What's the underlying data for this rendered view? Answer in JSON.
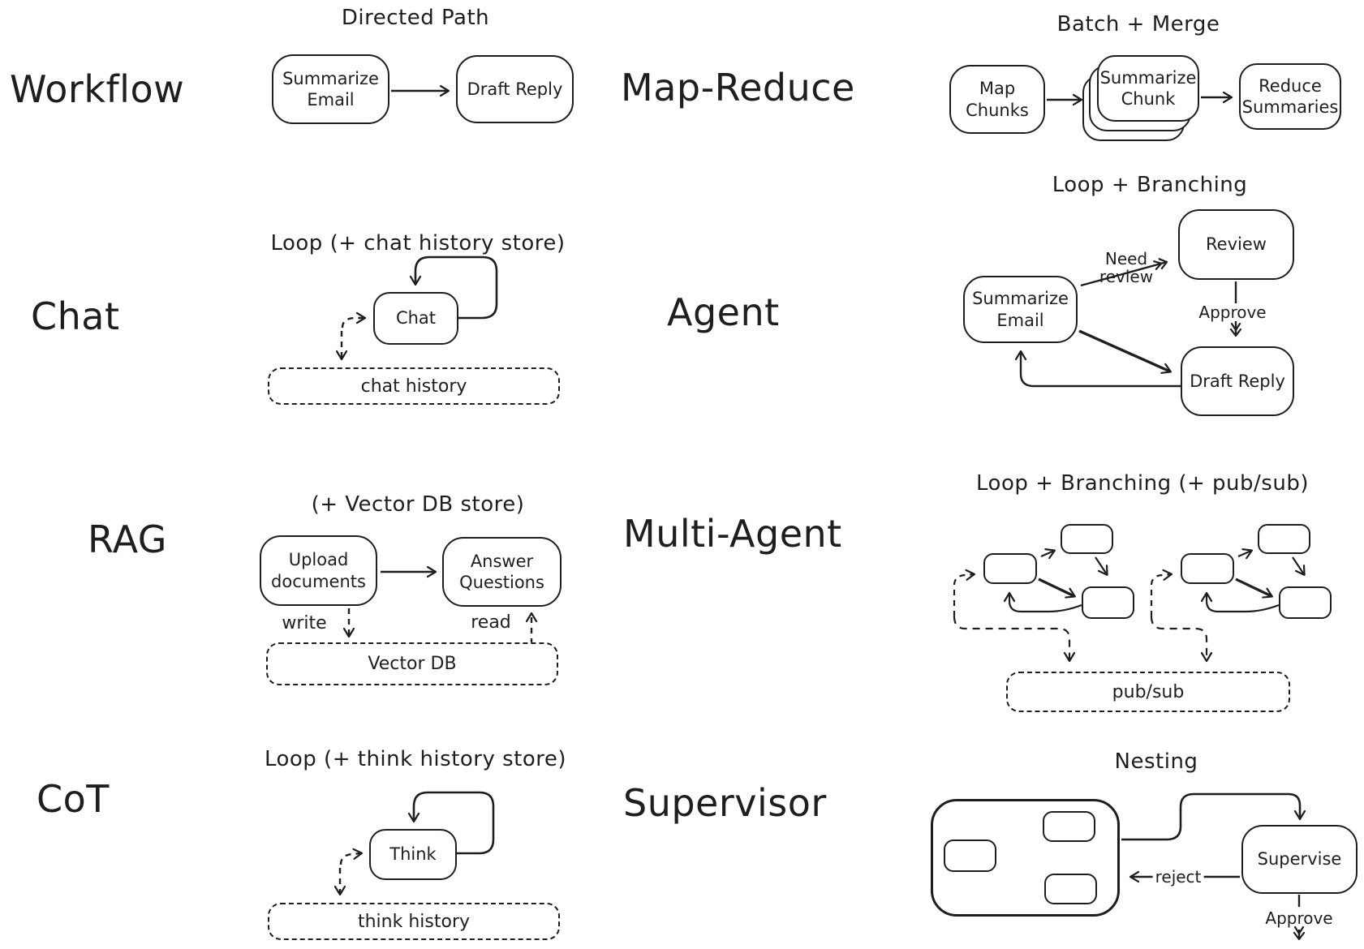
{
  "ink": "#1e1e1e",
  "background": "#ffffff",
  "panels": {
    "workflow": {
      "label": "Workflow",
      "title": "Directed Path",
      "node_a": "Summarize Email",
      "node_b": "Draft Reply"
    },
    "map_reduce": {
      "label": "Map-Reduce",
      "title": "Batch + Merge",
      "node_a": "Map Chunks",
      "node_b": "Summarize Chunk",
      "node_c": "Reduce Summaries"
    },
    "chat": {
      "label": "Chat",
      "title": "Loop (+ chat history store)",
      "node": "Chat",
      "store": "chat history"
    },
    "agent": {
      "label": "Agent",
      "title": "Loop + Branching",
      "node_a": "Summarize Email",
      "node_b": "Review",
      "node_c": "Draft Reply",
      "edge_need_review": "Need review",
      "edge_approve": "Approve"
    },
    "rag": {
      "label": "RAG",
      "title": "(+ Vector DB store)",
      "node_a": "Upload documents",
      "node_b": "Answer Questions",
      "edge_write": "write",
      "edge_read": "read",
      "store": "Vector DB"
    },
    "multi_agent": {
      "label": "Multi-Agent",
      "title": "Loop + Branching (+ pub/sub)",
      "store": "pub/sub"
    },
    "cot": {
      "label": "CoT",
      "title": "Loop (+ think history store)",
      "node": "Think",
      "store": "think history"
    },
    "supervisor": {
      "label": "Supervisor",
      "title": "Nesting",
      "node": "Supervise",
      "edge_reject": "reject",
      "edge_approve": "Approve"
    }
  }
}
